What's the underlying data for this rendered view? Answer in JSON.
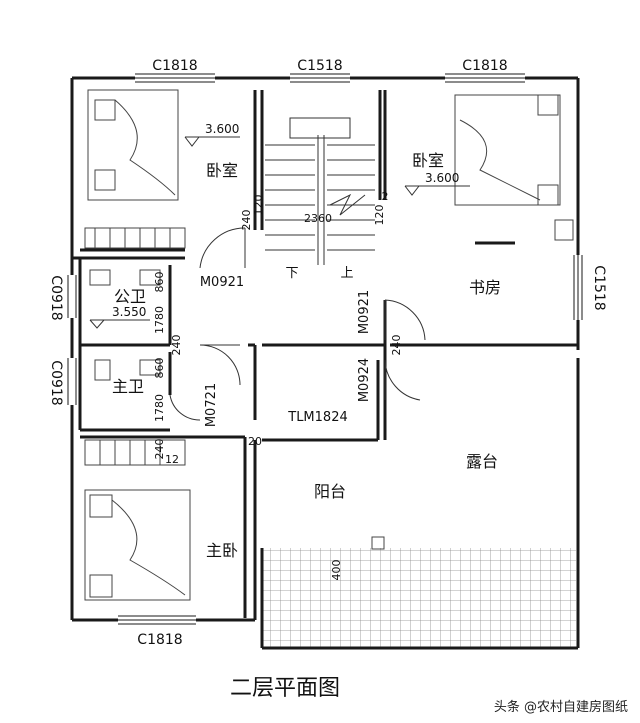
{
  "labels": {
    "window_top_left": "C1818",
    "window_top_mid": "C1518",
    "window_top_right": "C1818",
    "window_bottom": "C1818",
    "window_right": "C1518",
    "window_left_1": "C0918",
    "window_left_2": "C0918",
    "bedroom_1": "卧室",
    "bedroom_2": "卧室",
    "elev_1": "3.600",
    "elev_2": "3.600",
    "elev_3": "3.550",
    "public_bath": "公卫",
    "master_bath": "主卫",
    "study": "书房",
    "master_bedroom": "主卧",
    "balcony": "阳台",
    "terrace": "露台",
    "door_m0921_a": "M0921",
    "door_m0921_b": "M0921",
    "door_m0924": "M0924",
    "door_m0721": "M0721",
    "door_tlm": "TLM1824",
    "stair_down": "下",
    "stair_up": "上",
    "dim_stair": "2360",
    "dim_120_a": "120",
    "dim_240_a": "240",
    "dim_120_b": "120",
    "dim_2_b": "2",
    "dim_860_a": "860",
    "dim_1780_a": "1780",
    "dim_240_b": "240",
    "dim_860_b": "860",
    "dim_1780_b": "1780",
    "dim_240_c": "240",
    "dim_12": "12",
    "dim_240_d": "240",
    "dim_20": "20",
    "dim_400": "400",
    "caption": "二层平面图"
  },
  "watermark": "头条 @农村自建房图纸",
  "colors": {
    "wall": "#1a1a1a",
    "line": "#333333",
    "hatch": "#777777"
  }
}
